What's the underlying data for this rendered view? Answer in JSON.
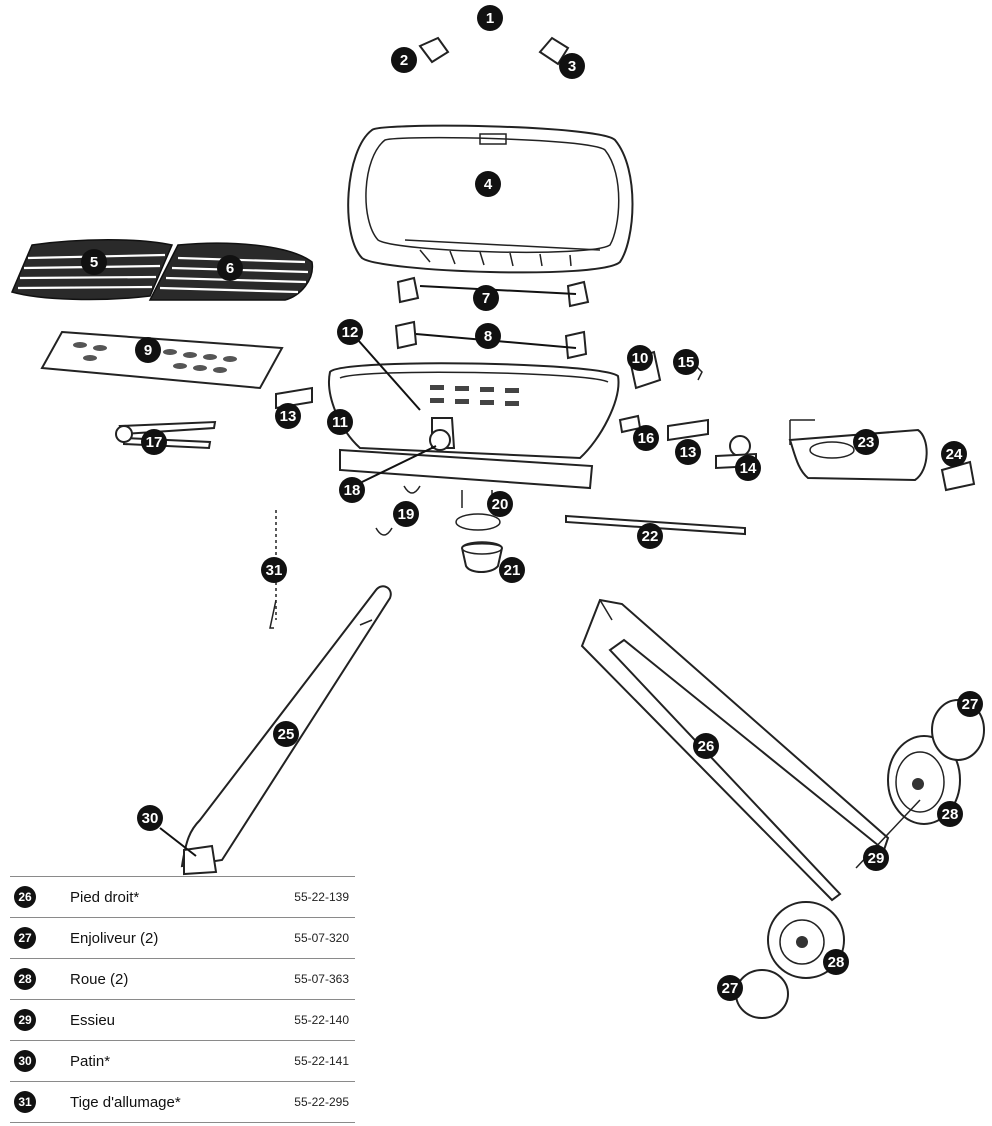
{
  "callouts": [
    "1",
    "2",
    "3",
    "4",
    "5",
    "6",
    "7",
    "8",
    "9",
    "10",
    "11",
    "12",
    "13",
    "13",
    "14",
    "15",
    "16",
    "17",
    "18",
    "19",
    "20",
    "21",
    "22",
    "23",
    "24",
    "25",
    "26",
    "27",
    "27",
    "28",
    "28",
    "29",
    "30",
    "31"
  ],
  "parts_table": [
    {
      "num": "26",
      "description": "Pied droit*",
      "code": "55-22-139"
    },
    {
      "num": "27",
      "description": "Enjoliveur (2)",
      "code": "55-07-320"
    },
    {
      "num": "28",
      "description": "Roue (2)",
      "code": "55-07-363"
    },
    {
      "num": "29",
      "description": "Essieu",
      "code": "55-22-140"
    },
    {
      "num": "30",
      "description": "Patin*",
      "code": "55-22-141"
    },
    {
      "num": "31",
      "description": "Tige d'allumage*",
      "code": "55-22-295"
    }
  ],
  "colors": {
    "callout_fill": "#111111",
    "line": "#222222",
    "grate": "#2a2a2a"
  }
}
